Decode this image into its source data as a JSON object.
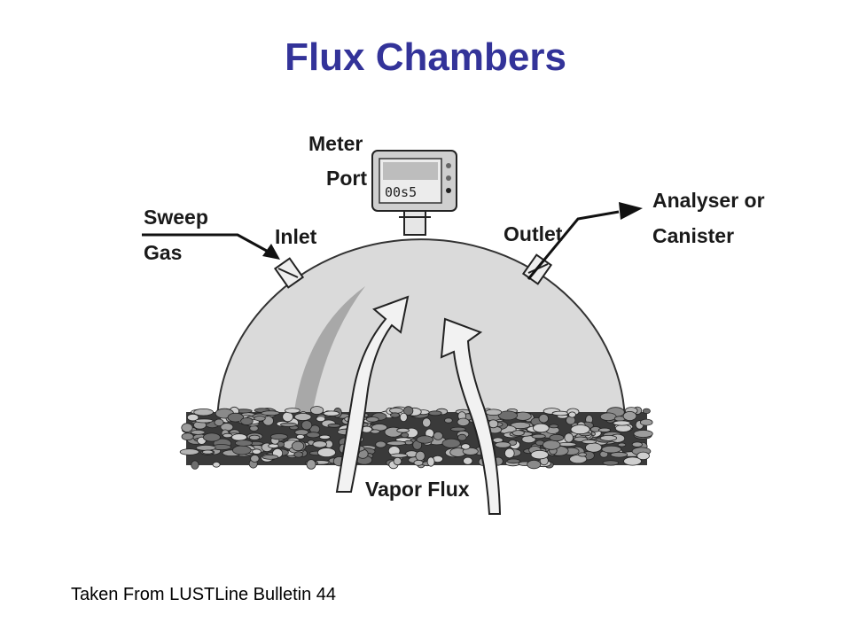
{
  "title": "Flux Chambers",
  "caption": "Taken From LUSTLine Bulletin 44",
  "diagram": {
    "labels": {
      "meter_line1": "Meter",
      "meter_line2": "Port",
      "sweep_line1": "Sweep",
      "sweep_line2": "Gas",
      "inlet": "Inlet",
      "outlet": "Outlet",
      "analyser_line1": "Analyser or",
      "analyser_line2": "Canister",
      "vapor_flux": "Vapor Flux"
    },
    "meter_display": "00s5"
  },
  "colors": {
    "title": "#333399",
    "dome": "#d9d9d9",
    "soil": "#555555"
  }
}
